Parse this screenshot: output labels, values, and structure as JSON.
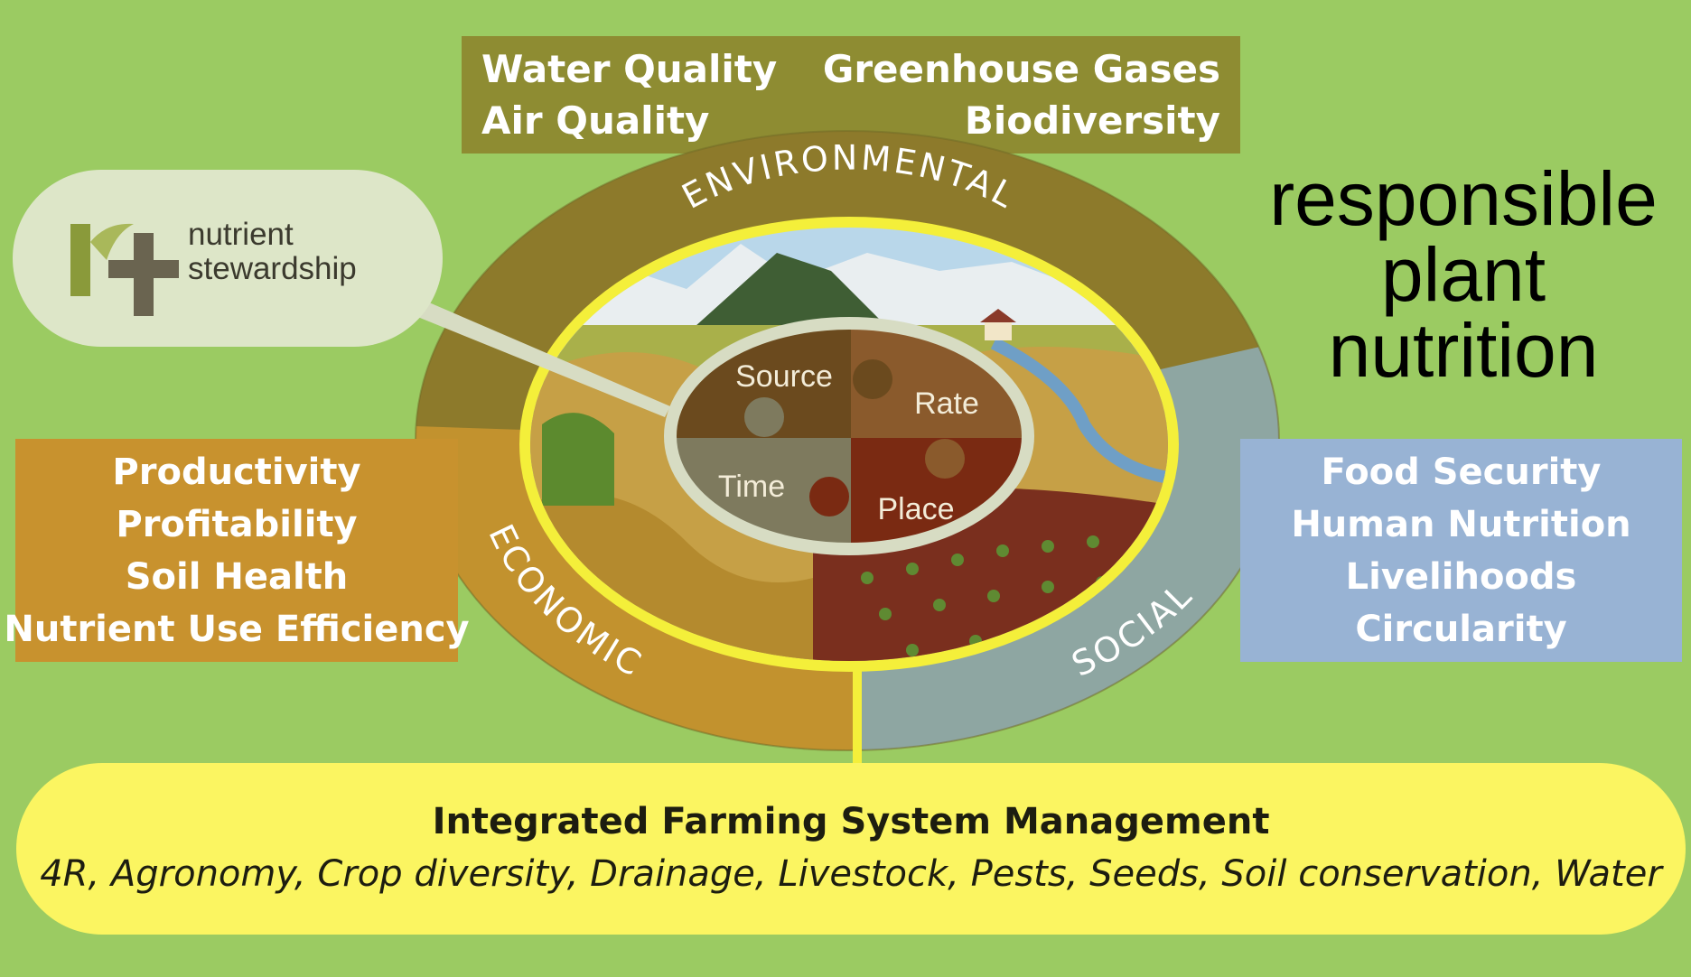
{
  "environmental_box": {
    "left_items": [
      "Water Quality",
      "Air Quality"
    ],
    "right_items": [
      "Greenhouse Gases",
      "Biodiversity"
    ]
  },
  "economic_box": {
    "items": [
      "Productivity",
      "Profitability",
      "Soil Health",
      "Nutrient Use Efficiency"
    ]
  },
  "social_box": {
    "items": [
      "Food Security",
      "Human Nutrition",
      "Livelihoods",
      "Circularity"
    ]
  },
  "logo": {
    "line1": "nutrient",
    "line2": "stewardship",
    "mark": "r4"
  },
  "title": {
    "line1": "responsible",
    "line2": "plant",
    "line3": "nutrition"
  },
  "ring_labels": {
    "environmental": "ENVIRONMENTAL",
    "economic": "ECONOMIC",
    "social": "SOCIAL"
  },
  "puzzle": {
    "source": "Source",
    "rate": "Rate",
    "time": "Time",
    "place": "Place"
  },
  "ifsm": {
    "title": "Integrated Farming System Management",
    "subtitle": "4R, Agronomy, Crop diversity, Drainage, Livestock, Pests, Seeds, Soil conservation, Water"
  },
  "colors": {
    "background": "#9bcb62",
    "environmental": "#8e8c32",
    "economic": "#c8922e",
    "social": "#98b3d4",
    "ring_yellow": "#f4ef3a",
    "source_piece": "#6b4a1e",
    "rate_piece": "#8a5a2c",
    "time_piece": "#7e7a5e",
    "place_piece": "#7a2a12"
  }
}
